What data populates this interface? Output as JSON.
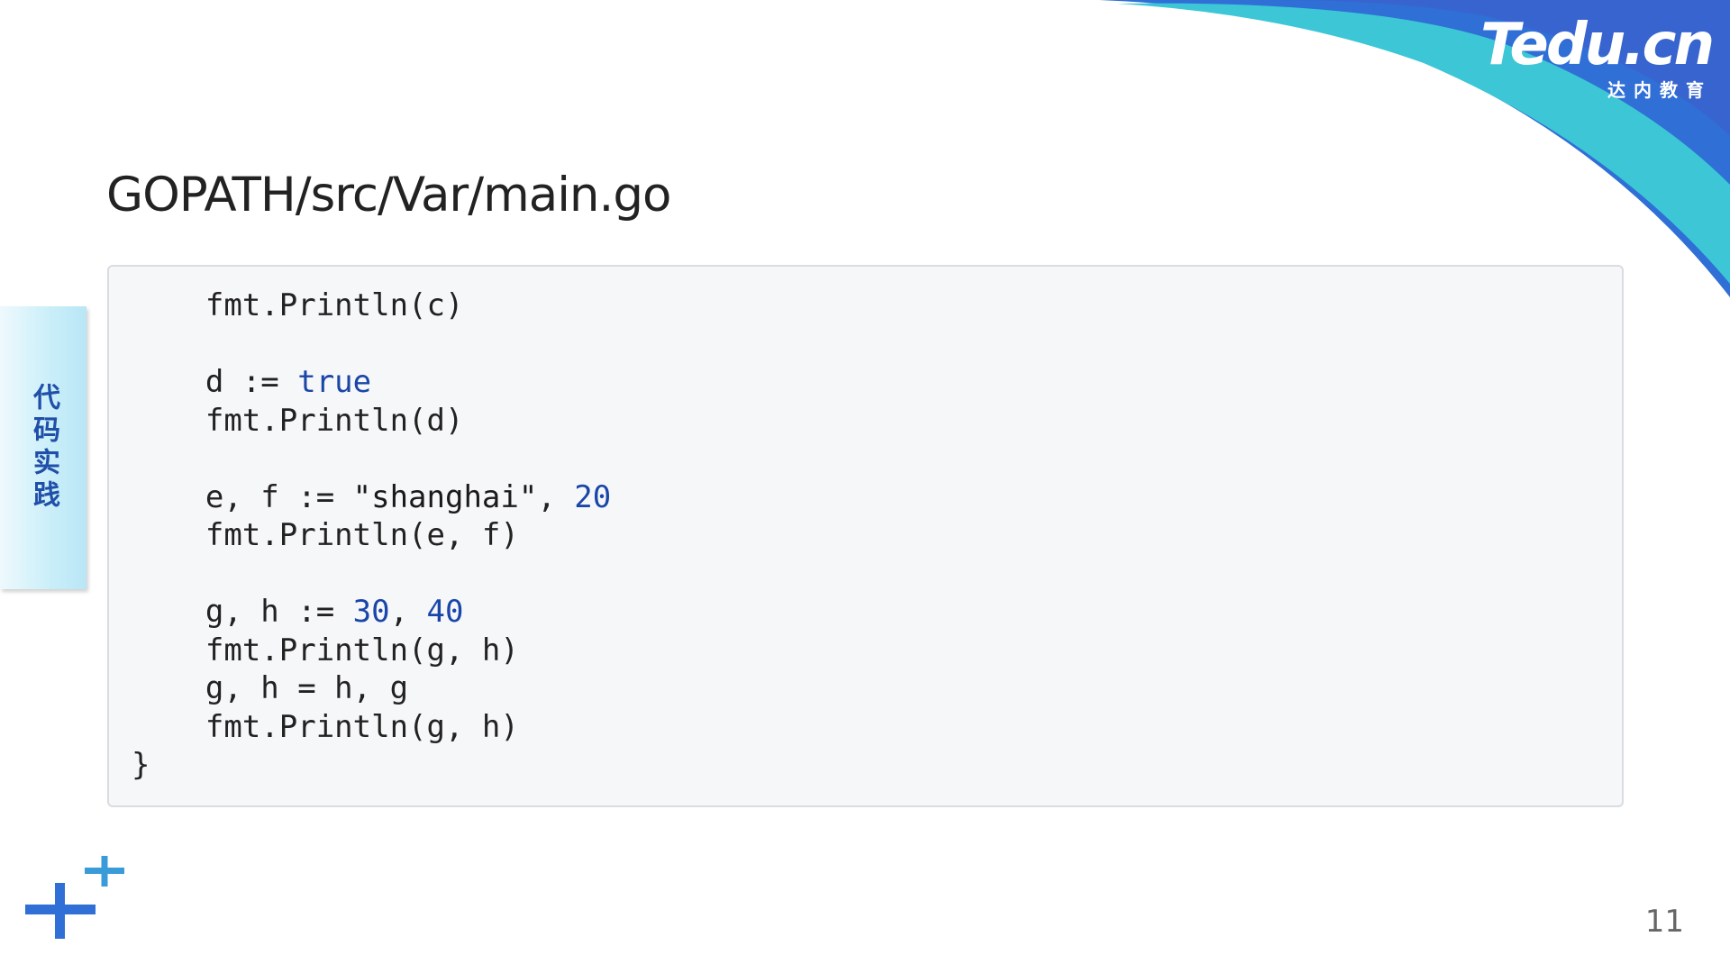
{
  "branding": {
    "logo_text": "Tedu.cn",
    "logo_subtitle": "达内教育"
  },
  "slide": {
    "title": "GOPATH/src/Var/main.go",
    "side_tab_label": "代码实践",
    "page_number": "11"
  },
  "code": {
    "language": "go",
    "lines": [
      [
        {
          "t": "    fmt.Println(c)",
          "k": "plain"
        }
      ],
      [],
      [
        {
          "t": "    d := ",
          "k": "plain"
        },
        {
          "t": "true",
          "k": "kw"
        }
      ],
      [
        {
          "t": "    fmt.Println(d)",
          "k": "plain"
        }
      ],
      [],
      [
        {
          "t": "    e, f := ",
          "k": "plain"
        },
        {
          "t": "\"shanghai\"",
          "k": "str"
        },
        {
          "t": ", ",
          "k": "plain"
        },
        {
          "t": "20",
          "k": "num"
        }
      ],
      [
        {
          "t": "    fmt.Println(e, f)",
          "k": "plain"
        }
      ],
      [],
      [
        {
          "t": "    g, h := ",
          "k": "plain"
        },
        {
          "t": "30",
          "k": "num"
        },
        {
          "t": ", ",
          "k": "plain"
        },
        {
          "t": "40",
          "k": "num"
        }
      ],
      [
        {
          "t": "    fmt.Println(g, h)",
          "k": "plain"
        }
      ],
      [
        {
          "t": "    g, h = h, g",
          "k": "plain"
        }
      ],
      [
        {
          "t": "    fmt.Println(g, h)",
          "k": "plain"
        }
      ],
      [
        {
          "t": "}",
          "k": "plain"
        }
      ]
    ]
  },
  "colors": {
    "brand_blue": "#2f6fd6",
    "brand_teal": "#3cc6d6",
    "code_keyword": "#1946a8",
    "side_tab_text": "#1f4fa8"
  },
  "icons": [
    "plus-decoration-icon"
  ]
}
